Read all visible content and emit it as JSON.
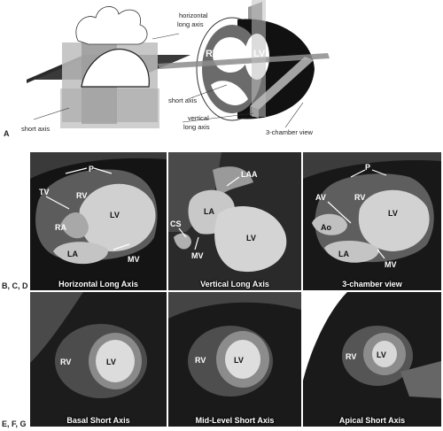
{
  "figure_letters": {
    "a": "A",
    "bcd": "B, C, D",
    "efg": "E, F, G"
  },
  "diagram": {
    "labels": {
      "horizontal_long_axis": [
        "horizontal",
        "long axis"
      ],
      "short_axis_left": "short axis",
      "short_axis_center": "short axis",
      "vertical_long_axis": [
        "vertical",
        "long axis"
      ],
      "three_chamber": "3-chamber view",
      "rv": "RV",
      "lv": "LV"
    }
  },
  "panels": {
    "b": {
      "caption": "Horizontal Long Axis",
      "labels": {
        "p": "P",
        "tv": "TV",
        "rv": "RV",
        "ra": "RA",
        "lv": "LV",
        "la": "LA",
        "mv": "MV"
      }
    },
    "c": {
      "caption": "Vertical Long Axis",
      "labels": {
        "laa": "LAA",
        "la": "LA",
        "cs": "CS",
        "lv": "LV",
        "mv": "MV"
      }
    },
    "d": {
      "caption": "3-chamber view",
      "labels": {
        "p": "P",
        "av": "AV",
        "rv": "RV",
        "ao": "Ao",
        "lv": "LV",
        "la": "LA",
        "mv": "MV"
      }
    },
    "e": {
      "caption": "Basal Short Axis",
      "labels": {
        "rv": "RV",
        "lv": "LV"
      }
    },
    "f": {
      "caption": "Mid-Level Short Axis",
      "labels": {
        "rv": "RV",
        "lv": "LV"
      }
    },
    "g": {
      "caption": "Apical Short Axis",
      "labels": {
        "rv": "RV",
        "lv": "LV"
      }
    }
  }
}
